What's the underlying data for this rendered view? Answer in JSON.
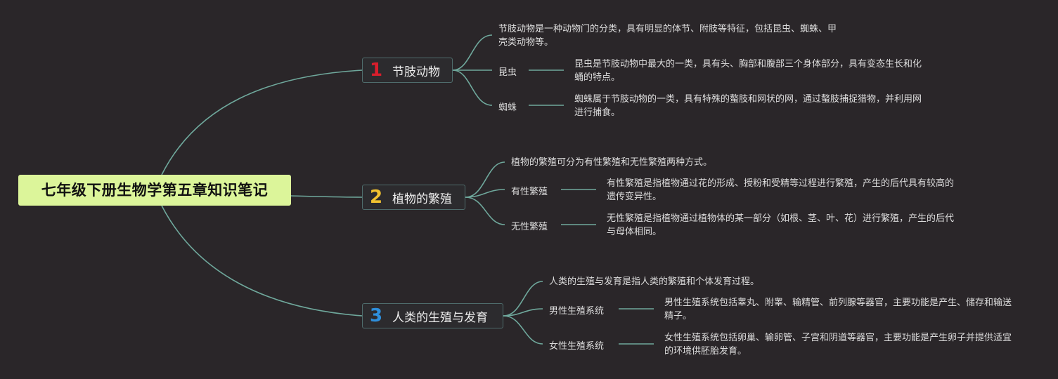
{
  "root": {
    "title": "七年级下册生物学第五章知识笔记"
  },
  "colors": {
    "num_1": "#d81e2c",
    "num_2": "#f2c230",
    "num_3": "#2e8fdc",
    "connector": "#6fa89c",
    "root_bg": "#dcf59a"
  },
  "branches": [
    {
      "number": "1",
      "label": "节肢动物",
      "intro": "节肢动物是一种动物门的分类，具有明显的体节、附肢等特征，包括昆虫、蜘蛛、甲壳类动物等。",
      "items": [
        {
          "name": "昆虫",
          "desc": "昆虫是节肢动物中最大的一类，具有头、胸部和腹部三个身体部分，具有变态生长和化蛹的特点。"
        },
        {
          "name": "蜘蛛",
          "desc": "蜘蛛属于节肢动物的一类，具有特殊的螯肢和网状的网，通过螯肢捕捉猎物，并利用网进行捕食。"
        }
      ]
    },
    {
      "number": "2",
      "label": "植物的繁殖",
      "intro": "植物的繁殖可分为有性繁殖和无性繁殖两种方式。",
      "items": [
        {
          "name": "有性繁殖",
          "desc": "有性繁殖是指植物通过花的形成、授粉和受精等过程进行繁殖，产生的后代具有较高的遗传变异性。"
        },
        {
          "name": "无性繁殖",
          "desc": "无性繁殖是指植物通过植物体的某一部分（如根、茎、叶、花）进行繁殖，产生的后代与母体相同。"
        }
      ]
    },
    {
      "number": "3",
      "label": "人类的生殖与发育",
      "intro": "人类的生殖与发育是指人类的繁殖和个体发育过程。",
      "items": [
        {
          "name": "男性生殖系统",
          "desc": "男性生殖系统包括睾丸、附睾、输精管、前列腺等器官，主要功能是产生、储存和输送精子。"
        },
        {
          "name": "女性生殖系统",
          "desc": "女性生殖系统包括卵巢、输卵管、子宫和阴道等器官，主要功能是产生卵子并提供适宜的环境供胚胎发育。"
        }
      ]
    }
  ]
}
